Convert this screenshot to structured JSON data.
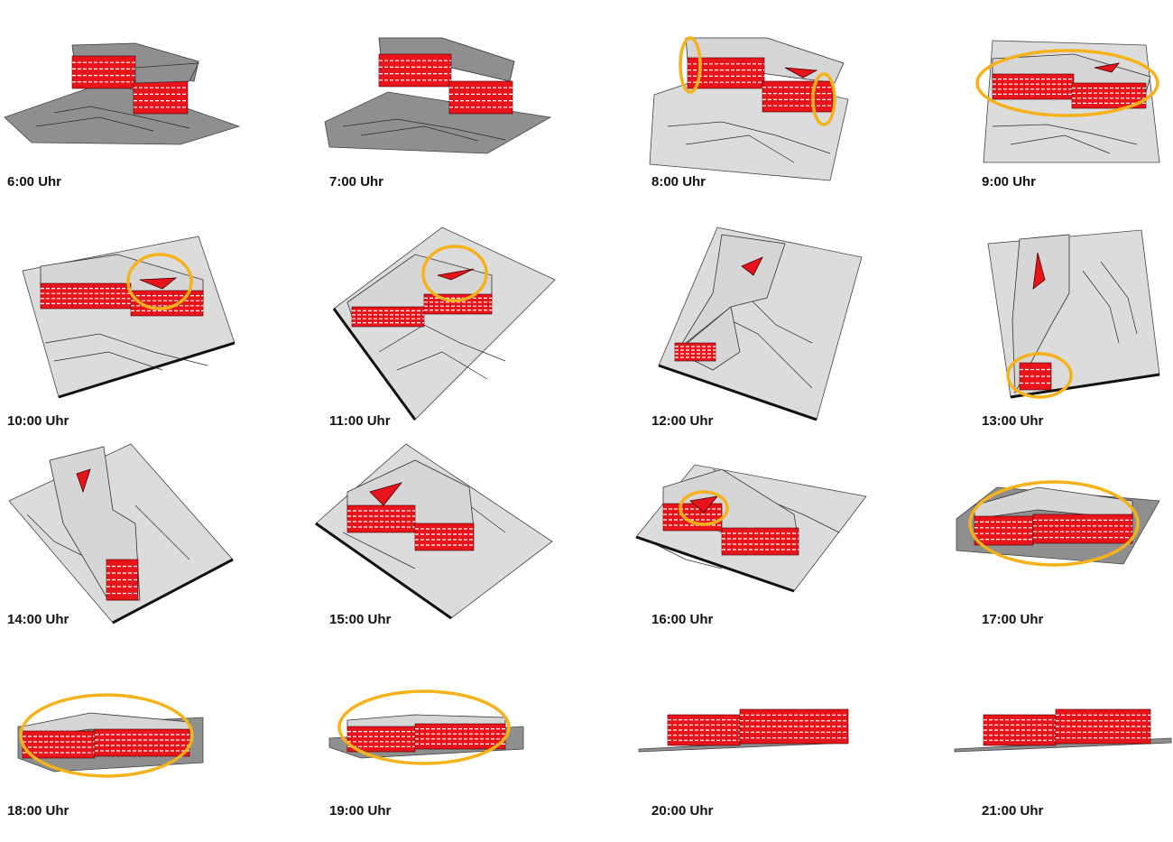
{
  "study": {
    "panels": [
      {
        "label": "6:00 Uhr",
        "highlight": "none"
      },
      {
        "label": "7:00 Uhr",
        "highlight": "none"
      },
      {
        "label": "8:00 Uhr",
        "highlight": "facade-ends"
      },
      {
        "label": "9:00 Uhr",
        "highlight": "full-facade"
      },
      {
        "label": "10:00 Uhr",
        "highlight": "courtyard-opening"
      },
      {
        "label": "11:00 Uhr",
        "highlight": "courtyard-opening"
      },
      {
        "label": "12:00 Uhr",
        "highlight": "none"
      },
      {
        "label": "13:00 Uhr",
        "highlight": "building-end"
      },
      {
        "label": "14:00 Uhr",
        "highlight": "none"
      },
      {
        "label": "15:00 Uhr",
        "highlight": "none"
      },
      {
        "label": "16:00 Uhr",
        "highlight": "courtyard-opening"
      },
      {
        "label": "17:00 Uhr",
        "highlight": "full-facade"
      },
      {
        "label": "18:00 Uhr",
        "highlight": "full-facade"
      },
      {
        "label": "19:00 Uhr",
        "highlight": "full-facade"
      },
      {
        "label": "20:00 Uhr",
        "highlight": "none"
      },
      {
        "label": "21:00 Uhr",
        "highlight": "none"
      }
    ]
  },
  "colors": {
    "sunlit_facade": "#e8141c",
    "window_band": "#ffffff",
    "roof": "#d6d6d6",
    "shadowed_roof": "#8f8f8f",
    "site_lit": "#dcdcdc",
    "site_shadow": "#8f8f8f",
    "highlight": "#f5b21a",
    "contour": "#2a2a2a"
  }
}
